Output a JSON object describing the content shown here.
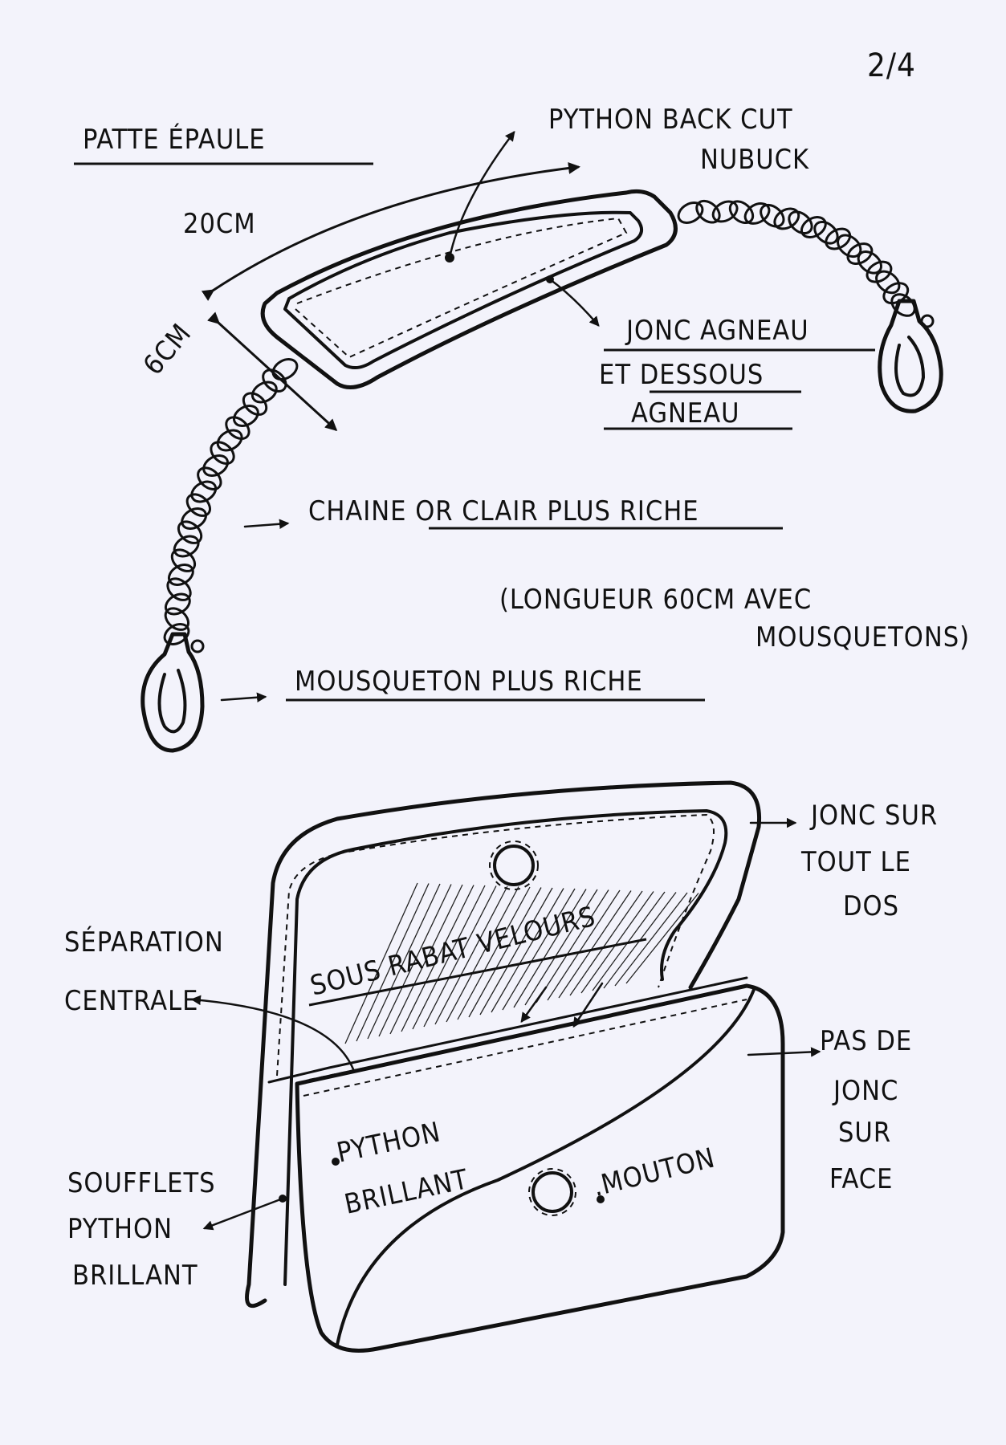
{
  "page": {
    "number": "2/4"
  },
  "strap_section": {
    "title": "PATTE ÉPAULE",
    "length_label": "20CM",
    "width_label": "6CM",
    "strap_material": [
      "PYTHON BACK CUT",
      "NUBUCK"
    ],
    "piping": [
      "JONC AGNEAU",
      "ET DESSOUS",
      "AGNEAU"
    ],
    "chain": "CHAINE OR CLAIR PLUS RICHE",
    "chain_length": [
      "(LONGUEUR 60CM AVEC",
      "MOUSQUETONS)"
    ],
    "clasp": "MOUSQUETON PLUS RICHE"
  },
  "bag_section": {
    "back_piping": [
      "JONC SUR",
      "TOUT LE",
      "DOS"
    ],
    "separation": [
      "SÉPARATION",
      "CENTRALE"
    ],
    "under_flap": "SOUS RABAT VELOURS",
    "front_no_piping": [
      "PAS DE",
      "JONC",
      "SUR",
      "FACE"
    ],
    "front_left": [
      ".PYTHON",
      "BRILLANT"
    ],
    "front_right": ".MOUTON",
    "gussets": [
      "SOUFFLETS",
      "PYTHON",
      "BRILLANT"
    ]
  },
  "colors": {
    "paper": "#f3f3fb",
    "ink": "#111111"
  }
}
